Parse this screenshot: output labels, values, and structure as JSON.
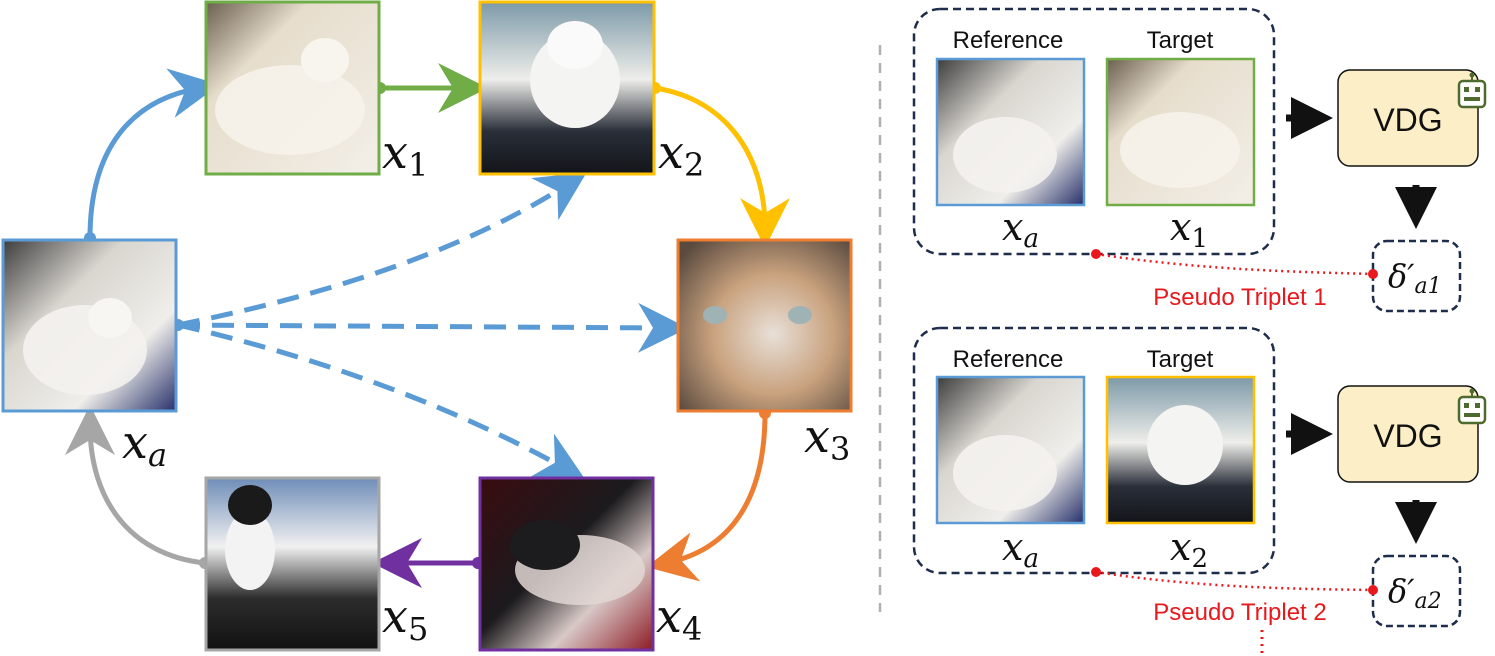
{
  "left_graph": {
    "nodes": {
      "xa": {
        "name": "x",
        "sub": "a"
      },
      "x1": {
        "name": "x",
        "sub": "1"
      },
      "x2": {
        "name": "x",
        "sub": "2"
      },
      "x3": {
        "name": "x",
        "sub": "3"
      },
      "x4": {
        "name": "x",
        "sub": "4"
      },
      "x5": {
        "name": "x",
        "sub": "5"
      }
    },
    "colors": {
      "xa": "#5b9bd5",
      "x1": "#70ad47",
      "x2": "#ffc000",
      "x3": "#ed7d31",
      "x4": "#7030a0",
      "x5": "#a6a6a6"
    }
  },
  "right_panel": {
    "triplets": [
      {
        "reference_label": "Reference",
        "target_label": "Target",
        "ref_var": {
          "name": "x",
          "sub": "a"
        },
        "tgt_var": {
          "name": "x",
          "sub": "1"
        },
        "model_label": "VDG",
        "delta": {
          "name": "δ′",
          "sub": "a1"
        },
        "caption": "Pseudo Triplet 1"
      },
      {
        "reference_label": "Reference",
        "target_label": "Target",
        "ref_var": {
          "name": "x",
          "sub": "a"
        },
        "tgt_var": {
          "name": "x",
          "sub": "2"
        },
        "model_label": "VDG",
        "delta": {
          "name": "δ′",
          "sub": "a2"
        },
        "caption": "Pseudo Triplet 2"
      }
    ],
    "colors": {
      "box_border": "#1f2d4d",
      "model_fill": "#fcefc7",
      "robot": "#4e6b2f",
      "caption": "#e8191d"
    }
  }
}
